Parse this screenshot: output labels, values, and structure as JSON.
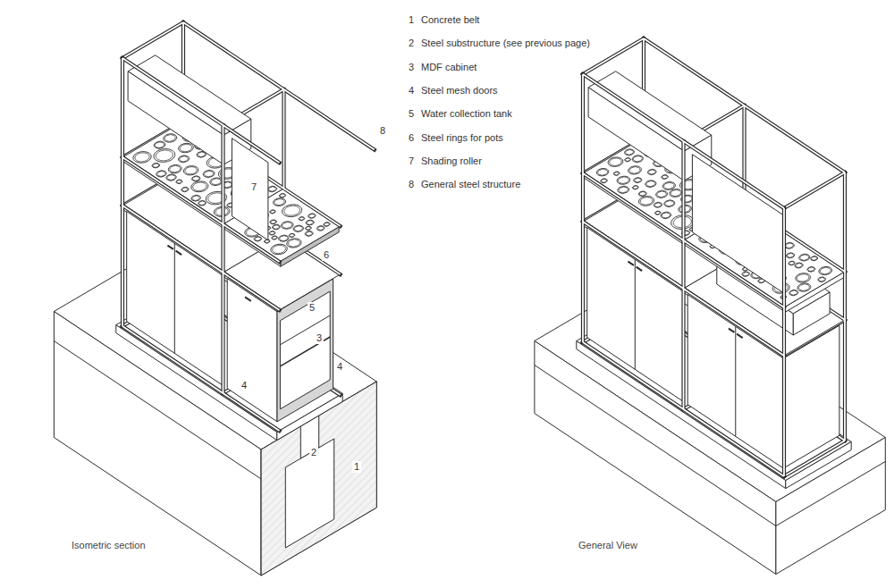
{
  "diagram": {
    "labels": [
      "1",
      "Concrete belt",
      "2",
      "Steel substructure (see previous page)",
      "3",
      "MDF cabinet",
      "4",
      "Steel mesh doors",
      "5",
      "Water collection tank",
      "6",
      "Steel rings for pots",
      "7",
      "Shading roller",
      "8",
      "General steel structure",
      "8",
      "7",
      "6",
      "5",
      "3",
      "4",
      "4",
      "2",
      "1",
      "Isometric section",
      "General View"
    ]
  }
}
